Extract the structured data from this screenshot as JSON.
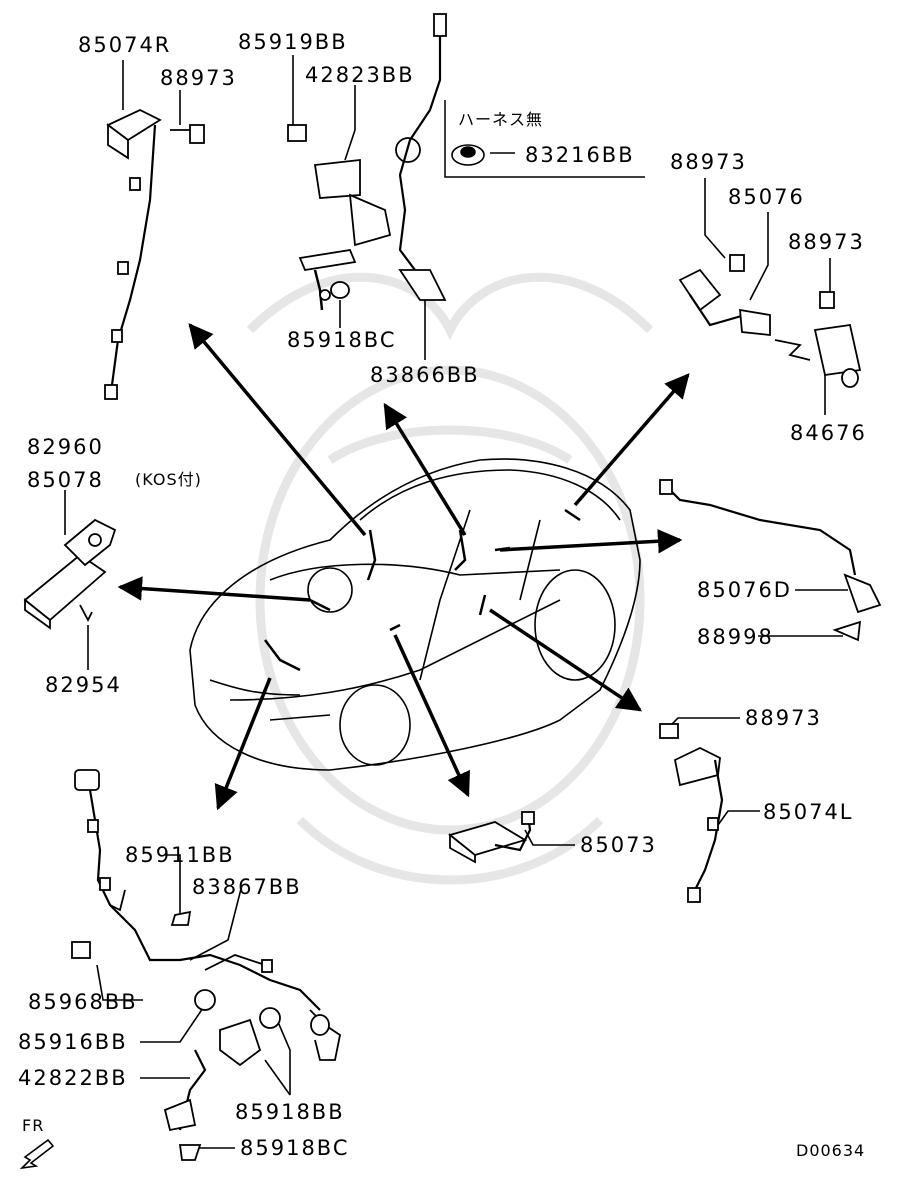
{
  "labels": {
    "p85074R": "85074R",
    "p88973_a": "88973",
    "p85919BB": "85919BB",
    "p42823BB": "42823BB",
    "harness_note": "ハーネス無",
    "p83216BB": "83216BB",
    "p88973_b": "88973",
    "p85076": "85076",
    "p88973_c": "88973",
    "p85918BC_top": "85918BC",
    "p83866BB": "83866BB",
    "p84676": "84676",
    "p82960": "82960",
    "p85078": "85078",
    "kos_note": "(KOS付)",
    "p82954": "82954",
    "p85076D": "85076D",
    "p88998": "88998",
    "p88973_d": "88973",
    "p85074L": "85074L",
    "p85073": "85073",
    "p85911BB": "85911BB",
    "p83867BB": "83867BB",
    "p85968BB": "85968BB",
    "p85916BB": "85916BB",
    "p42822BB": "42822BB",
    "p85918BB": "85918BB",
    "p85918BC_bottom": "85918BC",
    "fr": "FR",
    "diagram_code": "D00634"
  }
}
